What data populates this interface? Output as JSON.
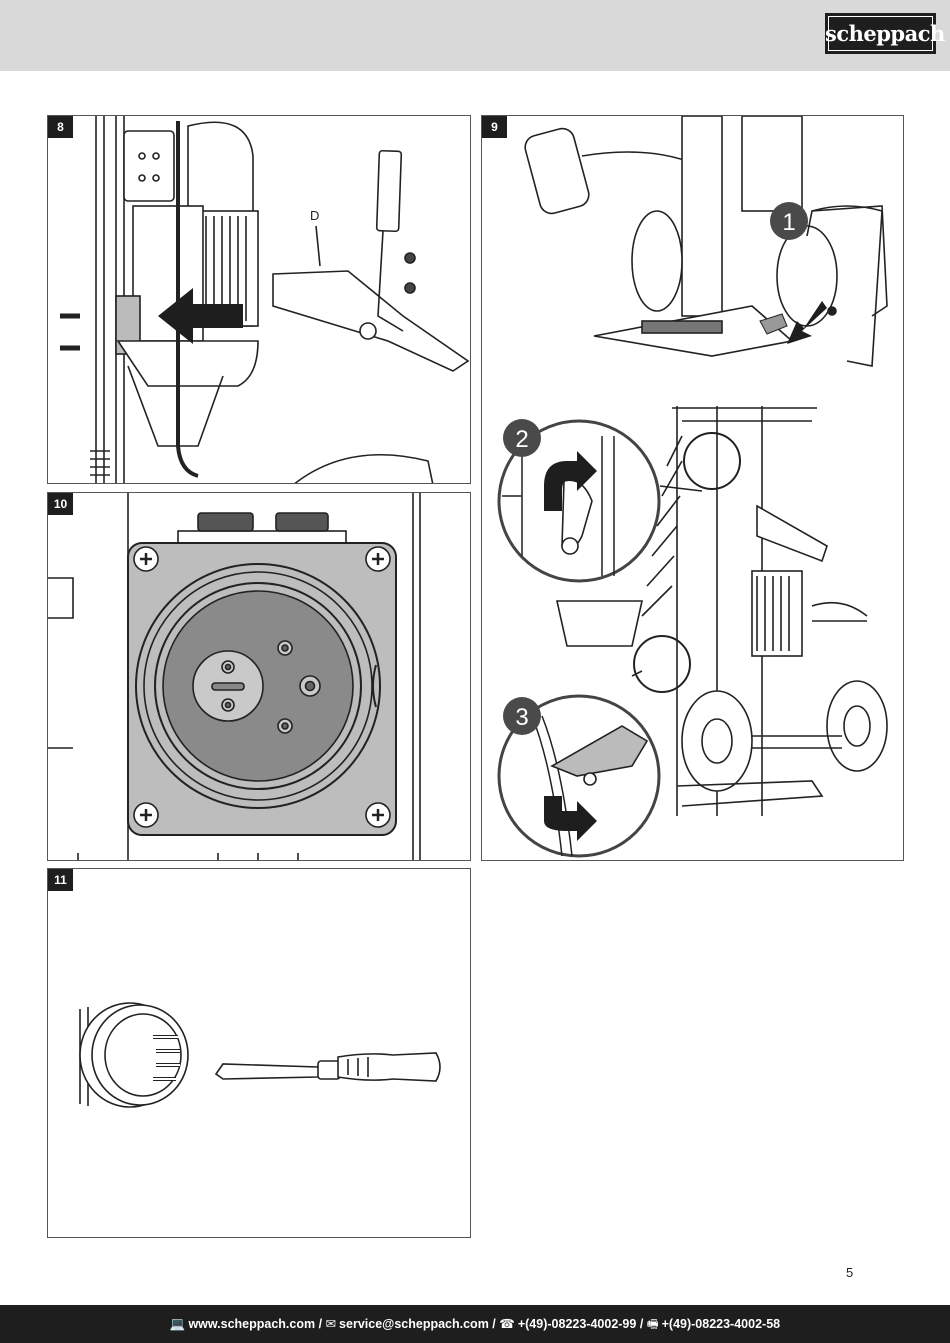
{
  "header": {
    "brand": "scheppach"
  },
  "figures": [
    {
      "number": "8",
      "callout": "D"
    },
    {
      "number": "9",
      "steps": [
        "1",
        "2",
        "3"
      ]
    },
    {
      "number": "10"
    },
    {
      "number": "11"
    }
  ],
  "page_number": "5",
  "footer": {
    "website": "www.scheppach.com",
    "email": "service@scheppach.com",
    "phone": "+(49)-08223-4002-99",
    "fax": "+(49)-08223-4002-58",
    "separator": "/"
  },
  "icons": [
    "computer-icon",
    "mail-icon",
    "phone-icon",
    "fax-icon"
  ]
}
